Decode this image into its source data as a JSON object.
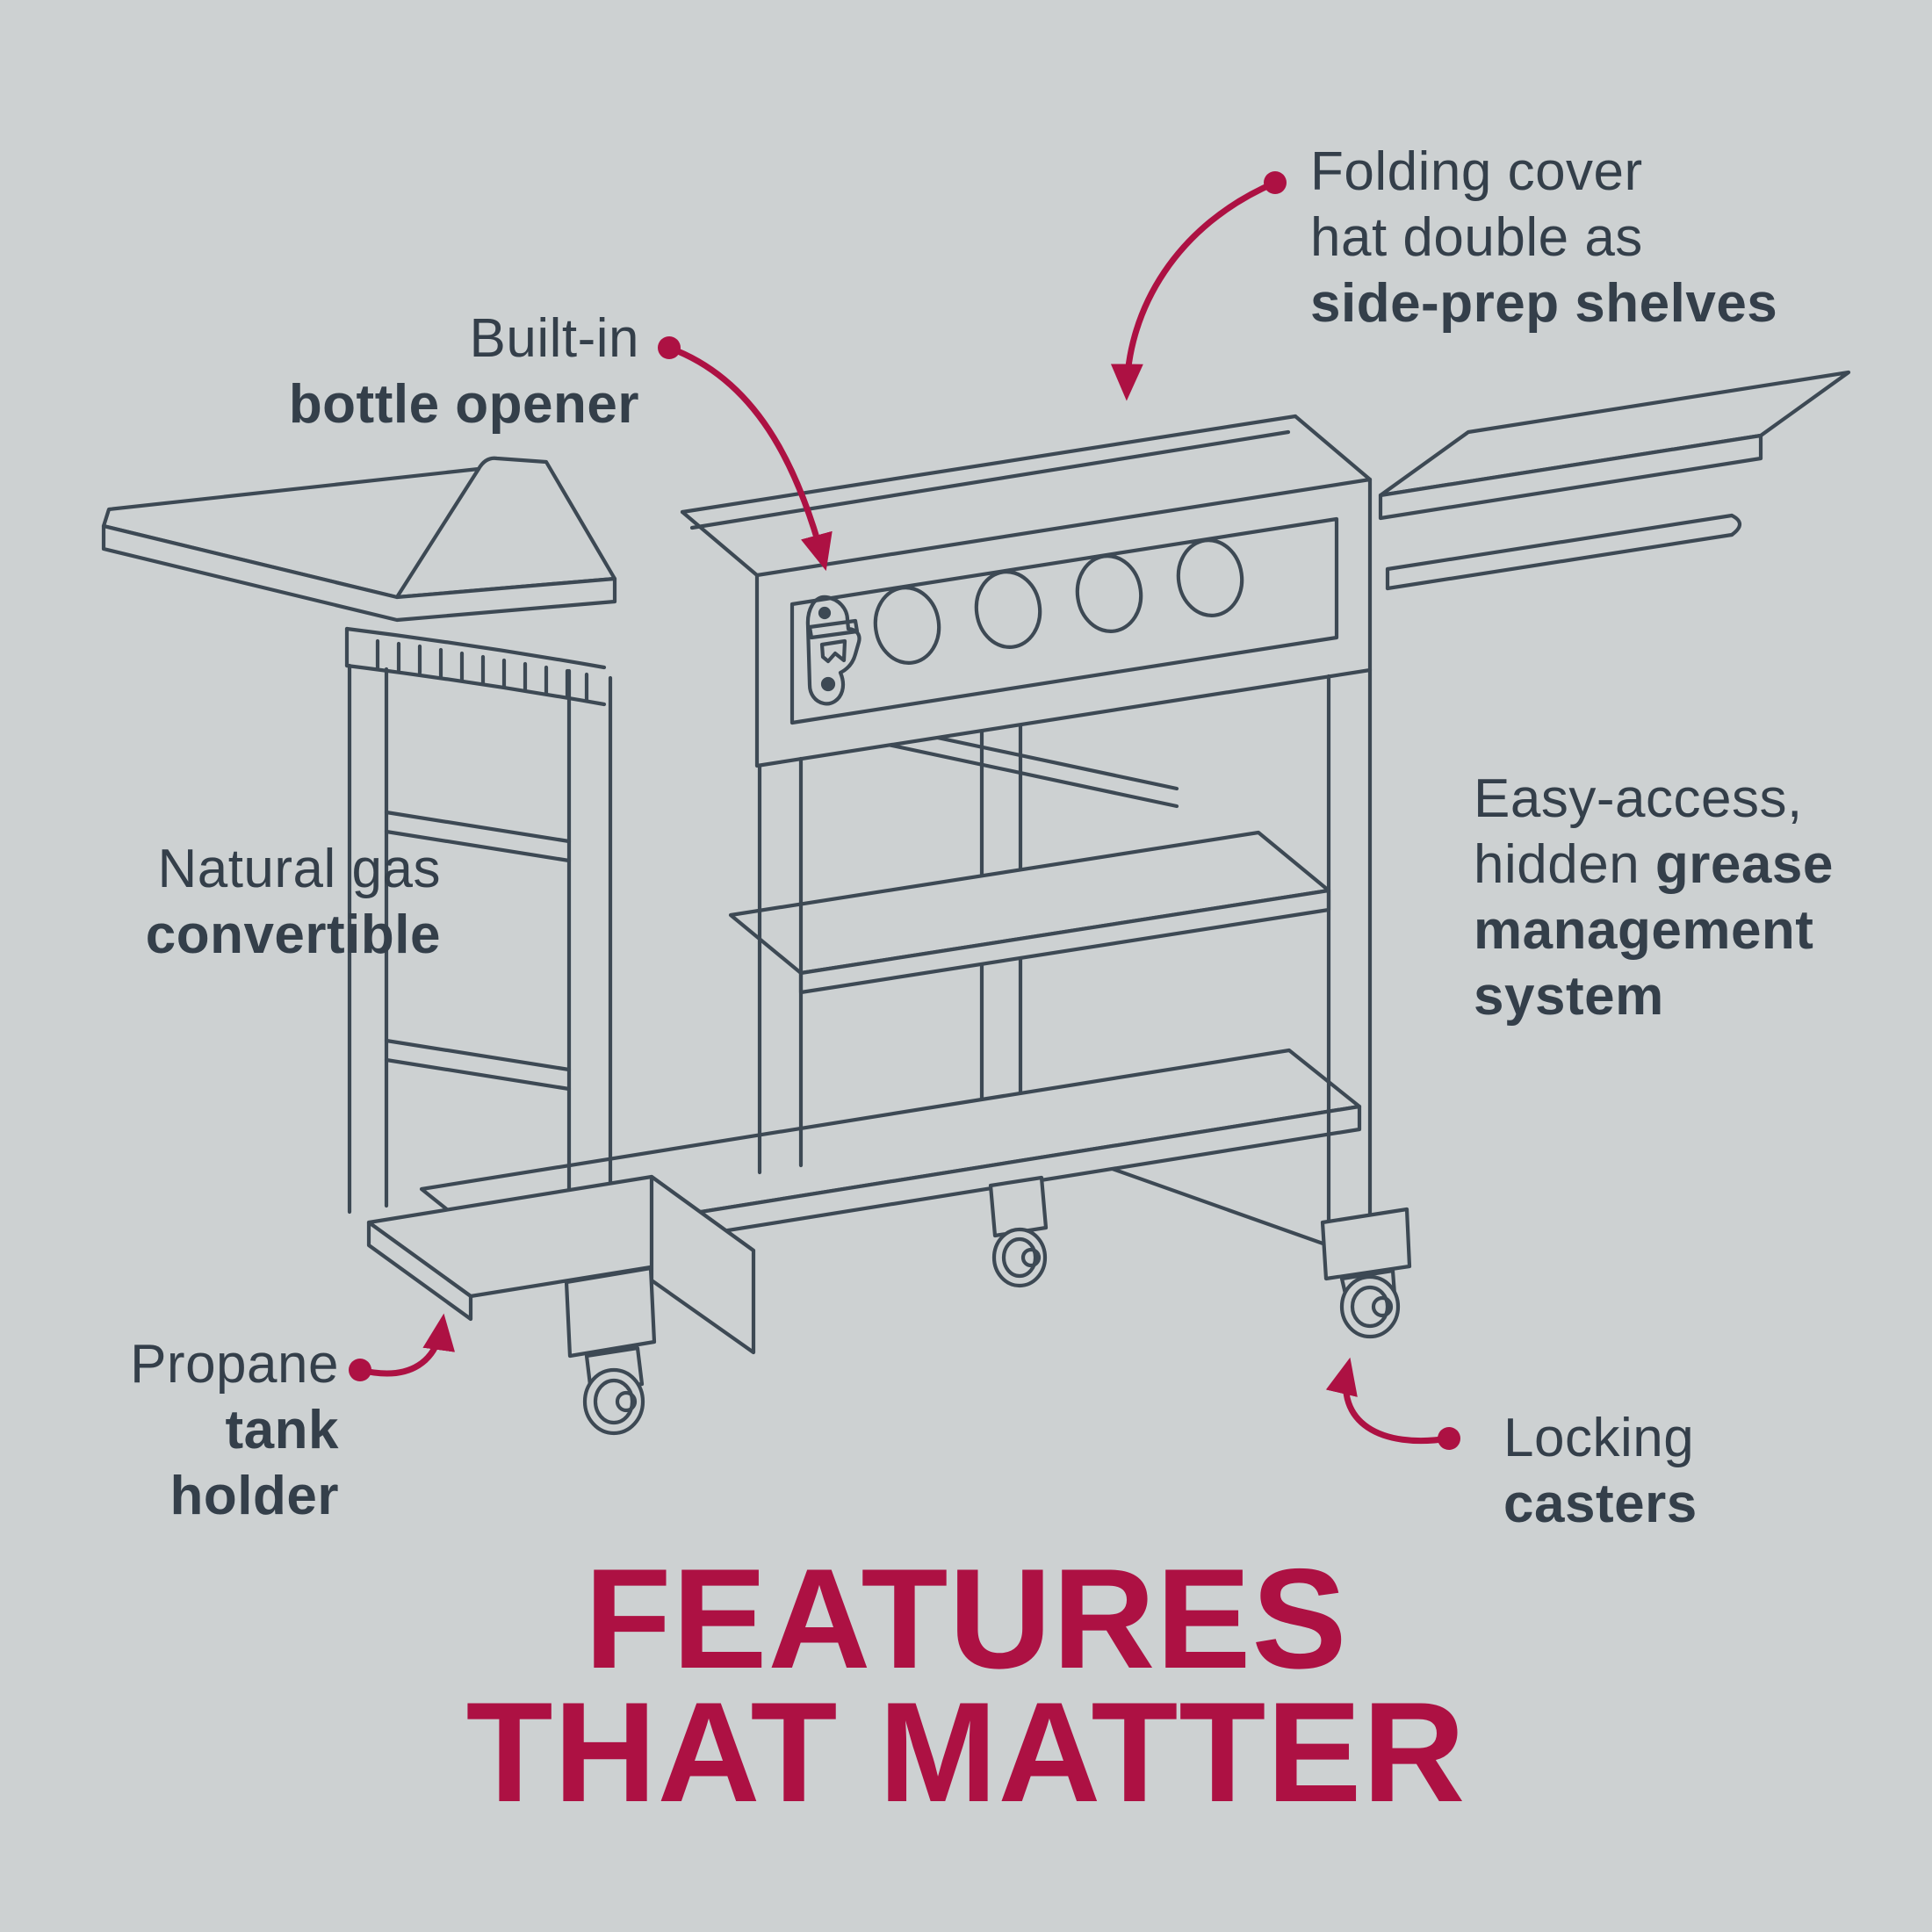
{
  "palette": {
    "background": "#cdd1d2",
    "ink": "#343f4a",
    "line": "#3d4954",
    "accent_red": "#ad1143"
  },
  "title": {
    "line1": "FEATURES",
    "line2": "THAT MATTER"
  },
  "callouts": {
    "folding_shelves": {
      "line1": "Folding cover",
      "line2": "hat double as",
      "line3": "side-prep shelves"
    },
    "bottle_opener": {
      "line1": "Built-in",
      "line2": "bottle opener"
    },
    "natural_gas": {
      "line1": "Natural gas",
      "line2": "convertible"
    },
    "grease_management": {
      "line1": "Easy-access,",
      "line2_regular": "hidden ",
      "line2_bold": "grease",
      "line3": "management",
      "line4": "system"
    },
    "propane_holder": {
      "line1": "Propane",
      "line2": "tank",
      "line3": "holder"
    },
    "locking_casters": {
      "line1": "Locking",
      "line2": "casters"
    }
  },
  "diagram": {
    "subject": "griddle cart line drawing",
    "burner_knob_count": 4,
    "caster_count": 3
  }
}
